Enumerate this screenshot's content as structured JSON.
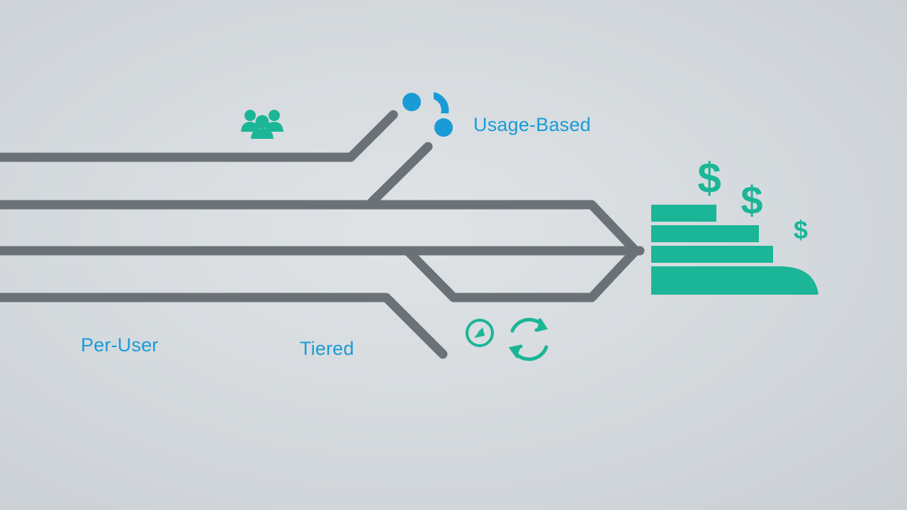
{
  "labels": {
    "per_user": "Per-User",
    "tiered": "Tiered",
    "usage_based": "Usage-Based"
  },
  "icons": {
    "users": "users-group-icon",
    "usage": "usage-dots-icon",
    "tiered_a": "gauge-icon",
    "tiered_b": "refresh-cycle-icon",
    "dollar": "dollar-sign-icon",
    "stack": "stacked-bars-icon"
  },
  "dollar_glyph": "$",
  "colors": {
    "background": "#d6dbde",
    "line": "#6b7277",
    "teal": "#1bb597",
    "blue": "#1a9bd6"
  }
}
